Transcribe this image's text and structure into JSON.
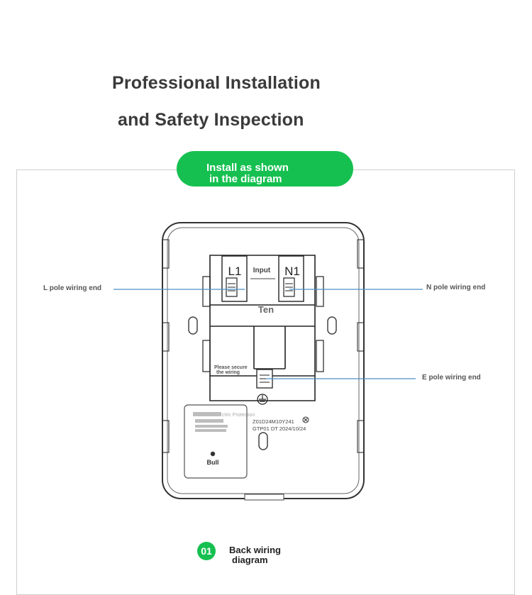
{
  "header": {
    "title_line1": "Professional Installation",
    "title_line2": "and Safety Inspection"
  },
  "banner": {
    "line1": "Install as shown",
    "line2": "in the diagram"
  },
  "diagram": {
    "terminal_left": "L1",
    "terminal_right": "N1",
    "input_label": "Input",
    "ten_label": "Ten",
    "secure_line1": "Please secure",
    "secure_line2": "the wiring",
    "blurred_caption": "ctric Protection",
    "code_line1": "Z01D24M10Y241",
    "code_line2": "GTP01  DT  2024/10/24",
    "brand": "Bull"
  },
  "callouts": {
    "l_pole": "L pole wiring end",
    "n_pole": "N pole wiring end",
    "e_pole": "E pole wiring end"
  },
  "footer": {
    "badge": "01",
    "caption_line1": "Back wiring",
    "caption_line2": "diagram"
  },
  "colors": {
    "accent_green": "#16c050",
    "callout_line": "#4a90c8"
  }
}
